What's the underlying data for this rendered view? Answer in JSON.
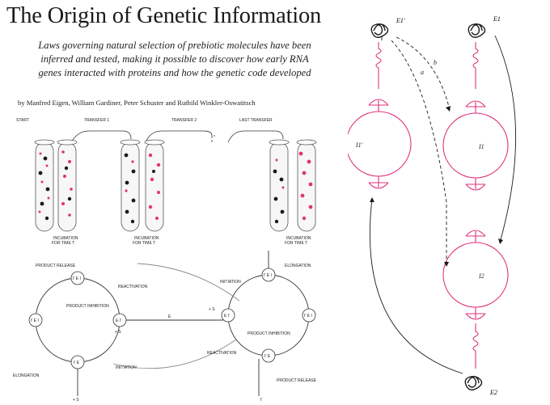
{
  "article": {
    "title": "The Origin of Genetic Information",
    "deck": [
      "Laws governing natural selection of prebiotic molecules have been",
      "inferred and tested, making it possible to discover how early RNA",
      "genes interacted with proteins and how the genetic code developed"
    ],
    "byline": "by Manfred Eigen, William Gardiner, Peter Schuster and Ruthild Winkler-Oswatitsch"
  },
  "transfer_diagram": {
    "start": "START",
    "transfer_1": "TRANSFER 1",
    "transfer_2": "TRANSFER 2",
    "last_transfer": "LAST TRANSFER",
    "incubation_1": [
      "INCUBATION",
      "FOR TIME T"
    ],
    "incubation_2": [
      "INCUBATION",
      "FOR TIME T"
    ],
    "incubation_3": [
      "INCUBATION",
      "FOR TIME T"
    ]
  },
  "cycle_diagram": {
    "left": {
      "product_release": "PRODUCT RELEASE",
      "reactivation": "REACTIVATION",
      "product_inhibition": "PRODUCT INHIBITION",
      "initiation": "INITIATION",
      "elongation": "ELONGATION",
      "node_top": "I' E I",
      "node_right": "E I'",
      "node_left": "I' E I",
      "node_bottom": "I' E",
      "plus_s_left": "+ S",
      "plus_s_bottom": "+ S",
      "e_label": "E"
    },
    "right": {
      "elongation": "ELONGATION",
      "initiation": "INITIATION",
      "product_inhibition": "PRODUCT INHIBITION",
      "reactivation": "REACTIVATION",
      "product_release": "PRODUCT RELEASE",
      "node_top": "I' E I",
      "node_left": "E I'",
      "node_right": "I' E I",
      "node_bottom": "I' E",
      "plus_s": "+ S",
      "bottom_label": "I'"
    }
  },
  "hypercycle": {
    "e1_prime": "E1'",
    "e1": "E1",
    "e2": "E2",
    "i1_prime": "I1'",
    "i1": "I1",
    "i2": "I2",
    "arrow_a": "a",
    "arrow_b": "b"
  },
  "colors": {
    "magenta": "#e0337a",
    "ink": "#1b1b1b",
    "gray": "#888888"
  }
}
